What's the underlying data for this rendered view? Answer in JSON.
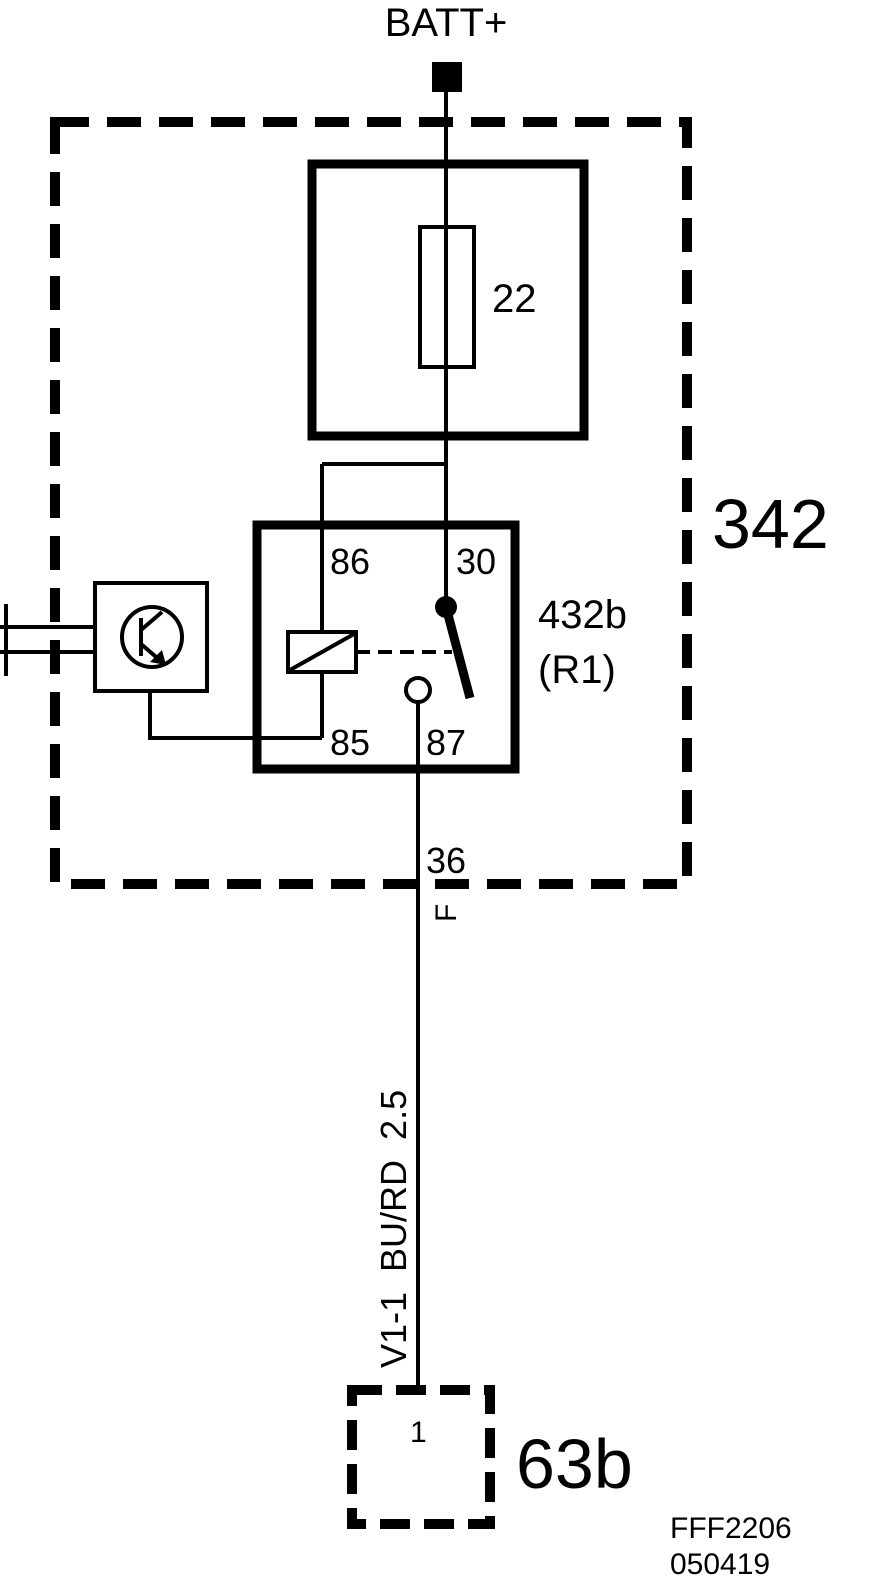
{
  "diagram": {
    "supply_label": "BATT+",
    "module_label": "342",
    "fuse_label": "22",
    "relay_label": "432b",
    "relay_sub_label": "(R1)",
    "pin_86": "86",
    "pin_30": "30",
    "pin_85": "85",
    "pin_87": "87",
    "pin_36": "36",
    "pin_f": "F",
    "wire_label": "V1-1  BU/RD  2.5",
    "connector_pin": "1",
    "connector_label": "63b",
    "doc_code": "FFF2206",
    "doc_date": "050419"
  }
}
